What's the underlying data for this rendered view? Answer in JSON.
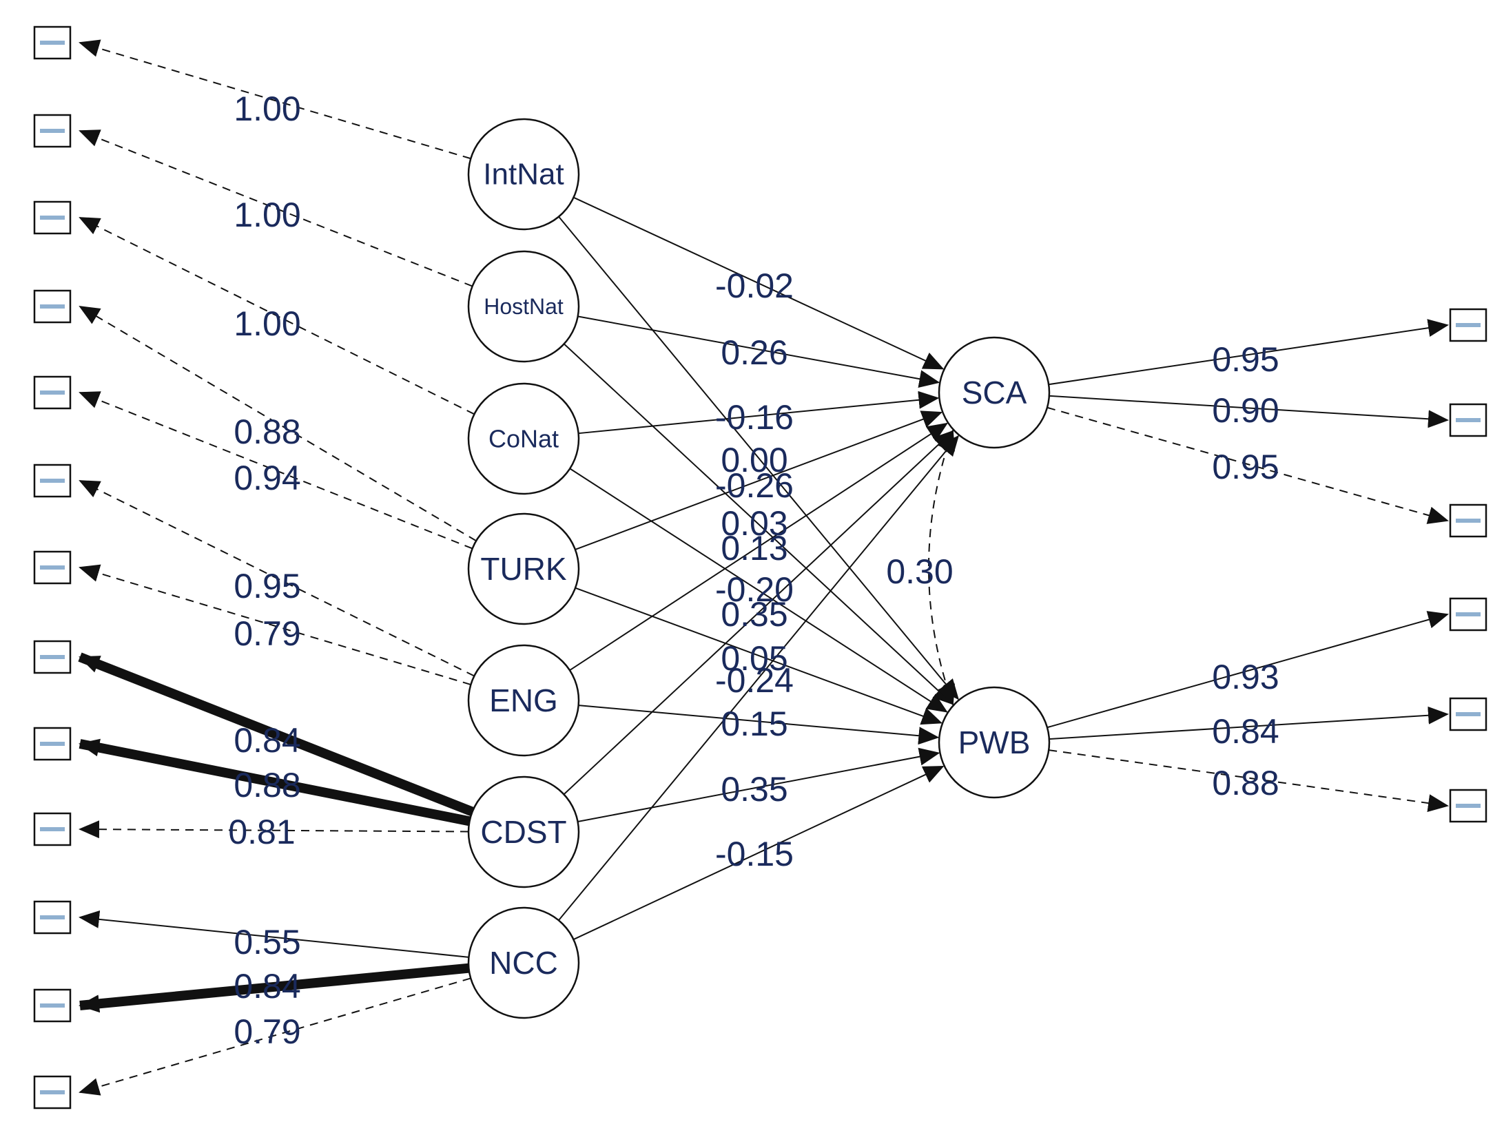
{
  "latent_nodes": [
    {
      "id": "IntNat",
      "label": "IntNat"
    },
    {
      "id": "HostNat",
      "label": "HostNat"
    },
    {
      "id": "CoNat",
      "label": "CoNat"
    },
    {
      "id": "TURK",
      "label": "TURK"
    },
    {
      "id": "ENG",
      "label": "ENG"
    },
    {
      "id": "CDST",
      "label": "CDST"
    },
    {
      "id": "NCC",
      "label": "NCC"
    },
    {
      "id": "SCA",
      "label": "SCA"
    },
    {
      "id": "PWB",
      "label": "PWB"
    }
  ],
  "loadings_left": [
    {
      "from": "IntNat",
      "to": 0,
      "value": "1.00",
      "fixed": true,
      "weight": 1
    },
    {
      "from": "HostNat",
      "to": 1,
      "value": "1.00",
      "fixed": true,
      "weight": 1
    },
    {
      "from": "CoNat",
      "to": 2,
      "value": "1.00",
      "fixed": true,
      "weight": 1
    },
    {
      "from": "TURK",
      "to": 3,
      "value": "0.88",
      "fixed": true,
      "weight": 1
    },
    {
      "from": "TURK",
      "to": 4,
      "value": "0.94",
      "fixed": true,
      "weight": 1
    },
    {
      "from": "ENG",
      "to": 5,
      "value": "0.95",
      "fixed": true,
      "weight": 1
    },
    {
      "from": "ENG",
      "to": 6,
      "value": "0.79",
      "fixed": true,
      "weight": 1
    },
    {
      "from": "CDST",
      "to": 7,
      "value": "0.84",
      "fixed": false,
      "weight": 5
    },
    {
      "from": "CDST",
      "to": 8,
      "value": "0.88",
      "fixed": false,
      "weight": 5
    },
    {
      "from": "CDST",
      "to": 9,
      "value": "0.81",
      "fixed": true,
      "weight": 1
    },
    {
      "from": "NCC",
      "to": 10,
      "value": "0.55",
      "fixed": false,
      "weight": 1
    },
    {
      "from": "NCC",
      "to": 11,
      "value": "0.84",
      "fixed": false,
      "weight": 5
    },
    {
      "from": "NCC",
      "to": 12,
      "value": "0.79",
      "fixed": true,
      "weight": 1
    }
  ],
  "loadings_right": [
    {
      "from": "SCA",
      "to": 0,
      "value": "0.95",
      "fixed": false
    },
    {
      "from": "SCA",
      "to": 1,
      "value": "0.90",
      "fixed": false
    },
    {
      "from": "SCA",
      "to": 2,
      "value": "0.95",
      "fixed": true
    },
    {
      "from": "PWB",
      "to": 3,
      "value": "0.93",
      "fixed": false
    },
    {
      "from": "PWB",
      "to": 4,
      "value": "0.84",
      "fixed": false
    },
    {
      "from": "PWB",
      "to": 5,
      "value": "0.88",
      "fixed": true
    }
  ],
  "structural_paths": [
    {
      "from": "IntNat",
      "to": "SCA",
      "value": "-0.02"
    },
    {
      "from": "HostNat",
      "to": "SCA",
      "value": "0.26"
    },
    {
      "from": "CoNat",
      "to": "SCA",
      "value": "-0.16"
    },
    {
      "from": "TURK",
      "to": "SCA",
      "value": "0.00"
    },
    {
      "from": "ENG",
      "to": "SCA",
      "value": "0.03"
    },
    {
      "from": "CDST",
      "to": "SCA",
      "value": "-0.20"
    },
    {
      "from": "NCC",
      "to": "SCA",
      "value": "0.05"
    },
    {
      "from": "IntNat",
      "to": "PWB",
      "value": "-0.26"
    },
    {
      "from": "HostNat",
      "to": "PWB",
      "value": "0.13"
    },
    {
      "from": "CoNat",
      "to": "PWB",
      "value": "0.35"
    },
    {
      "from": "TURK",
      "to": "PWB",
      "value": "-0.24"
    },
    {
      "from": "ENG",
      "to": "PWB",
      "value": "0.15"
    },
    {
      "from": "CDST",
      "to": "PWB",
      "value": "0.35"
    },
    {
      "from": "NCC",
      "to": "PWB",
      "value": "-0.15"
    }
  ],
  "residual_covariance": {
    "a": "SCA",
    "b": "PWB",
    "value": "0.30"
  }
}
